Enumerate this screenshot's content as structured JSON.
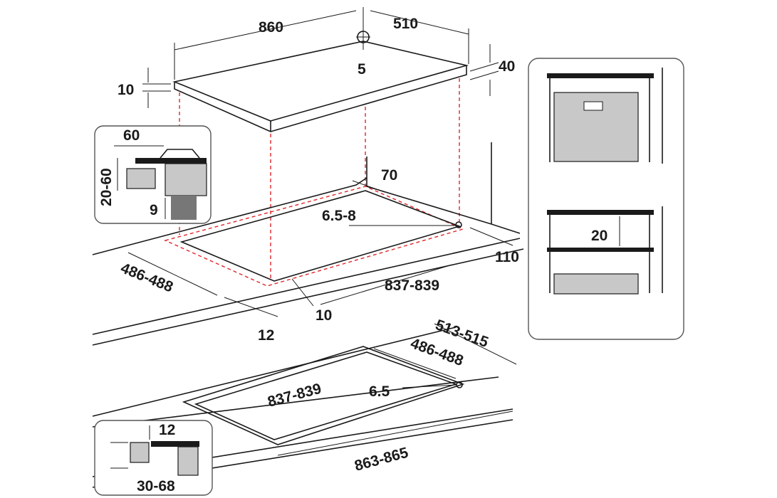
{
  "labels": {
    "hob_width": "860",
    "hob_depth": "510",
    "hob_corner": "5",
    "hob_height": "40",
    "hob_glass": "10",
    "inset_top_60": "60",
    "inset_top_20_60": "20-60",
    "inset_top_9": "9",
    "min_rear": "70",
    "corner_radius": "6.5-8",
    "min_side": "110",
    "cutout_depth": "486-488",
    "cutout_width": "837-839",
    "front_10": "10",
    "front_12": "12",
    "side_gap_20": "20",
    "flush_outer_depth": "513-515",
    "flush_inner_depth": "486-488",
    "flush_inner_width": "837-839",
    "flush_radius": "6.5",
    "flush_outer_width": "863-865",
    "inset_bottom_12": "12",
    "inset_bottom_30_68": "30-68"
  },
  "colors": {
    "line": "#1a1a1a",
    "dashed": "#e2262a",
    "fill": "#c8c8c8"
  }
}
